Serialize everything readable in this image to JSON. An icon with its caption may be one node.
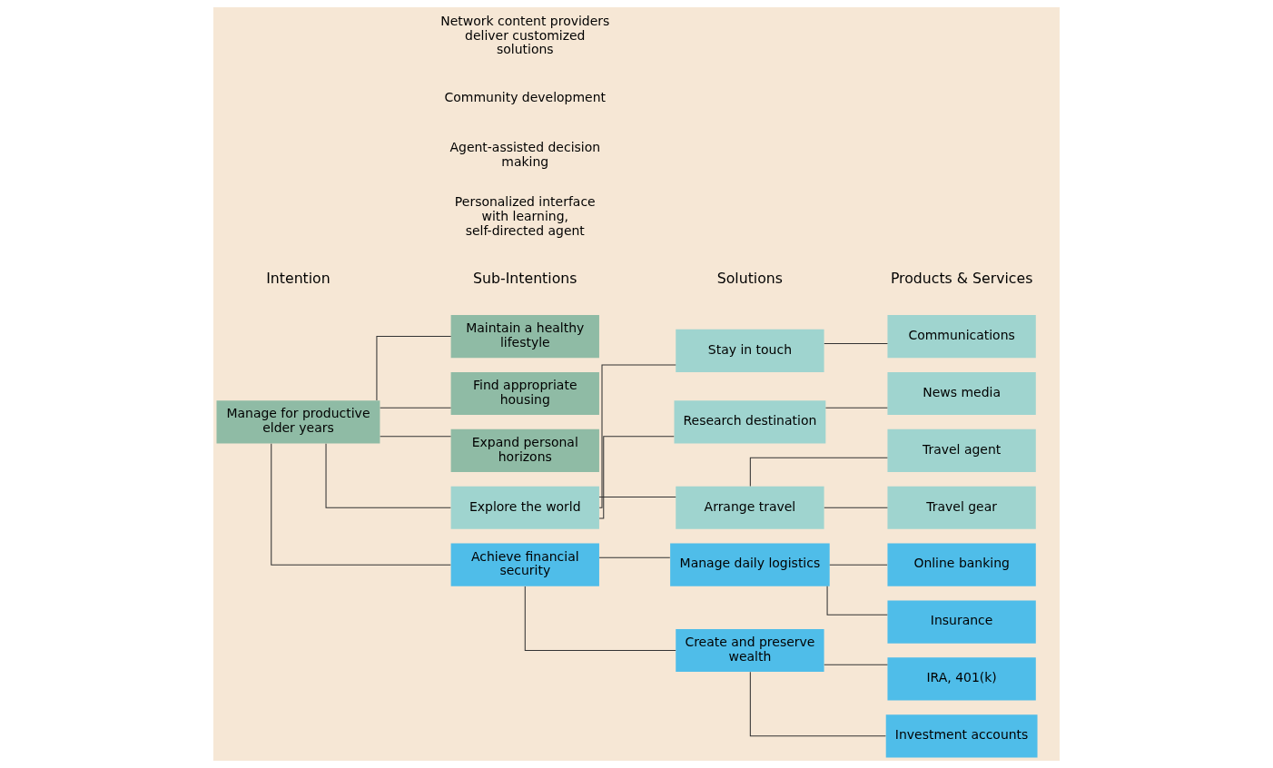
{
  "diagram": {
    "nodes": [
      {
        "text": [
          "Manage for productive elder years"
        ]
      },
      {
        "text": [
          "Achieve financial security"
        ]
      },
      {
        "text": [
          "Maintain a healthy lifestyle"
        ]
      },
      {
        "text": [
          "Find appropriate housing"
        ]
      },
      {
        "text": [
          "Expand personal horizons"
        ]
      },
      {
        "text": [
          "Explore the world"
        ]
      },
      {
        "text": [
          "Create and preserve wealth"
        ]
      },
      {
        "text": [
          "Manage daily logistics"
        ]
      },
      {
        "text": [
          "Arrange travel"
        ]
      },
      {
        "text": [
          "Stay in touch"
        ]
      },
      {
        "text": [
          "Research destination"
        ]
      },
      {
        "text": [
          "Investment accounts"
        ]
      },
      {
        "text": [
          "IRA, 401(k)"
        ]
      },
      {
        "text": [
          "Online banking"
        ]
      },
      {
        "text": [
          "Insurance"
        ]
      },
      {
        "text": [
          "Travel agent"
        ]
      },
      {
        "text": [
          "Travel gear"
        ]
      },
      {
        "text": [
          "Communications"
        ]
      },
      {
        "text": [
          "News media"
        ]
      }
    ],
    "edges": [
      {
        "from": 0,
        "to": 1,
        "arrow": "none"
      },
      {
        "from": 0,
        "to": 2,
        "arrow": "none"
      },
      {
        "from": 0,
        "to": 3,
        "arrow": "none"
      },
      {
        "from": 0,
        "to": 4,
        "arrow": "none"
      },
      {
        "from": 0,
        "to": 5,
        "arrow": "none"
      },
      {
        "from": 1,
        "to": 6,
        "arrow": "none"
      },
      {
        "from": 1,
        "to": 7,
        "arrow": "none"
      },
      {
        "from": 5,
        "to": 8,
        "arrow": "none"
      },
      {
        "from": 5,
        "to": 9,
        "arrow": "none"
      },
      {
        "from": 5,
        "to": 10,
        "arrow": "none"
      },
      {
        "from": 6,
        "to": 11,
        "arrow": "none"
      },
      {
        "from": 6,
        "to": 12,
        "arrow": "none"
      },
      {
        "from": 7,
        "to": 13,
        "arrow": "none"
      },
      {
        "from": 7,
        "to": 14,
        "arrow": "none"
      },
      {
        "from": 8,
        "to": 15,
        "arrow": "none"
      },
      {
        "from": 8,
        "to": 16,
        "arrow": "none"
      },
      {
        "from": 9,
        "to": 17,
        "arrow": "none"
      },
      {
        "from": 10,
        "to": 18,
        "arrow": "none"
      }
    ],
    "labels": [
      "Intention",
      "Sub-Intentions",
      "Solutions",
      "Products & Services",
      "Personalized interface with learning, self-directed agent",
      "Agent-assisted decision making",
      "Community development",
      "Network content providers deliver customized solutions"
    ]
  }
}
